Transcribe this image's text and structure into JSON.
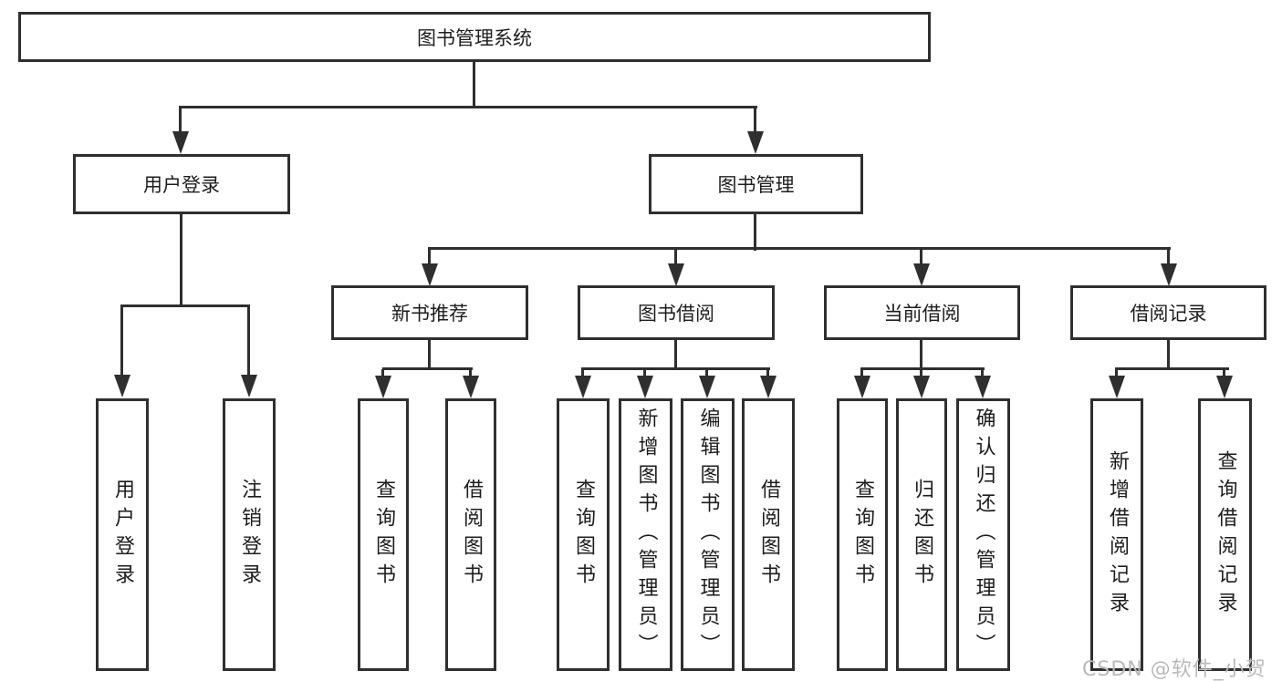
{
  "diagram": {
    "title": "图书管理系统",
    "level2": {
      "user_login": "用户登录",
      "book_mgmt": "图书管理"
    },
    "level3": {
      "new_book": "新书推荐",
      "borrow": "图书借阅",
      "current": "当前借阅",
      "records": "借阅记录"
    },
    "leaves": {
      "user_login": [
        "用户登录",
        "注销登录"
      ],
      "new_book": [
        "查询图书",
        "借阅图书"
      ],
      "borrow": [
        "查询图书",
        "新增图书（管理员）",
        "编辑图书（管理员）",
        "借阅图书"
      ],
      "current": [
        "查询图书",
        "归还图书",
        "确认归还（管理员）"
      ],
      "records": [
        "新增借阅记录",
        "查询借阅记录"
      ]
    },
    "watermark": "CSDN @软件_小贺同学",
    "colors": {
      "line": "#2f2f2f",
      "text": "#1d1d1d",
      "watermark": "#b9b9b9",
      "background": "#ffffff"
    }
  }
}
